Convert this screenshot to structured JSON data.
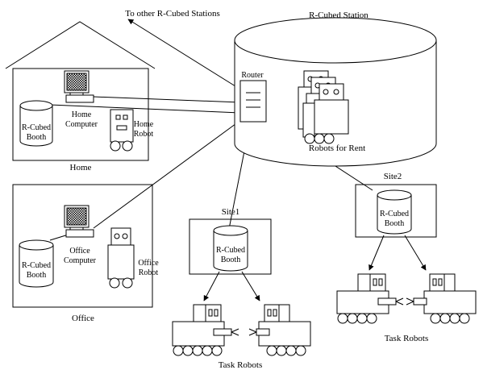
{
  "labels": {
    "to_other_stations": "To other R-Cubed Stations",
    "station": "R-Cubed Station",
    "router": "Router",
    "robots_for_rent": "Robots for Rent",
    "home": "Home",
    "office": "Office",
    "home_booth_line1": "R-Cubed",
    "home_booth_line2": "Booth",
    "home_computer_line1": "Home",
    "home_computer_line2": "Computer",
    "home_robot_line1": "Home",
    "home_robot_line2": "Robot",
    "office_booth_line1": "R-Cubed",
    "office_booth_line2": "Booth",
    "office_computer_line1": "Office",
    "office_computer_line2": "Computer",
    "office_robot_line1": "Office",
    "office_robot_line2": "Robot",
    "site1": "Site1",
    "site2": "Site2",
    "site1_booth_line1": "R-Cubed",
    "site1_booth_line2": "Booth",
    "site2_booth_line1": "R-Cubed",
    "site2_booth_line2": "Booth",
    "task_robots_site1": "Task Robots",
    "task_robots_site2": "Task Robots"
  }
}
